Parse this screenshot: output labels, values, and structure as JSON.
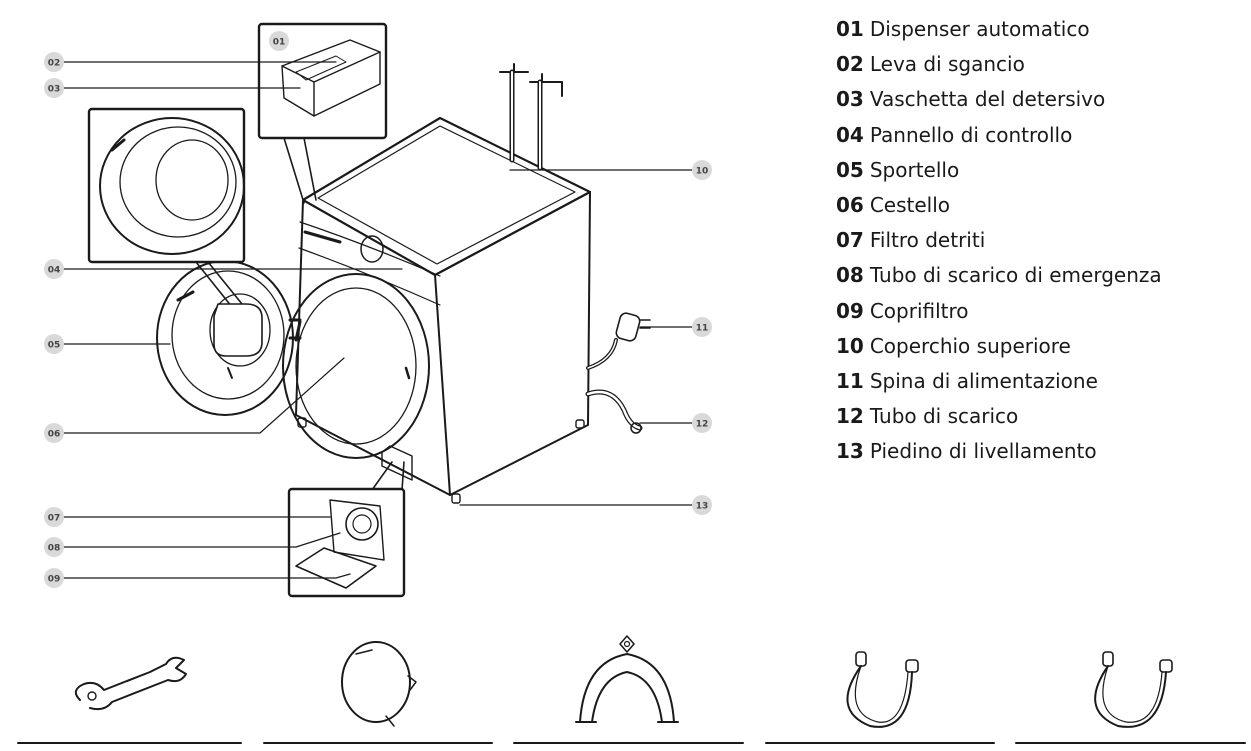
{
  "callouts": [
    {
      "num": "01"
    },
    {
      "num": "02"
    },
    {
      "num": "03"
    },
    {
      "num": "04"
    },
    {
      "num": "05"
    },
    {
      "num": "06"
    },
    {
      "num": "07"
    },
    {
      "num": "08"
    },
    {
      "num": "09"
    },
    {
      "num": "10"
    },
    {
      "num": "11"
    },
    {
      "num": "12"
    },
    {
      "num": "13"
    }
  ],
  "legend": [
    {
      "num": "01",
      "label": "Dispenser automatico"
    },
    {
      "num": "02",
      "label": "Leva di sgancio"
    },
    {
      "num": "03",
      "label": "Vaschetta del detersivo"
    },
    {
      "num": "04",
      "label": "Pannello di controllo"
    },
    {
      "num": "05",
      "label": "Sportello"
    },
    {
      "num": "06",
      "label": "Cestello"
    },
    {
      "num": "07",
      "label": "Filtro detriti"
    },
    {
      "num": "08",
      "label": "Tubo di scarico di emergenza"
    },
    {
      "num": "09",
      "label": "Coprifiltro"
    },
    {
      "num": "10",
      "label": "Coperchio superiore"
    },
    {
      "num": "11",
      "label": "Spina di alimentazione"
    },
    {
      "num": "12",
      "label": "Tubo di scarico"
    },
    {
      "num": "13",
      "label": "Piedino di livellamento"
    }
  ],
  "accessory_icons": [
    "wrench-icon",
    "cap-icon",
    "hose-guide-icon",
    "water-hose-icon",
    "water-hose-icon"
  ],
  "colors": {
    "line": "#1a1a1a",
    "callout_fill": "#d9d9d9"
  }
}
